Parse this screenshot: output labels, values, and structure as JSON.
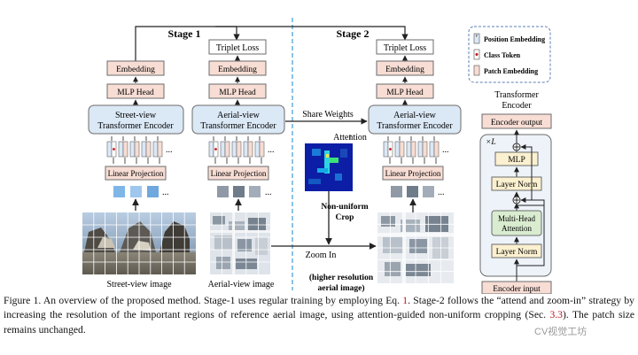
{
  "stage1_label": "Stage 1",
  "stage2_label": "Stage 2",
  "street": {
    "embedding": "Embedding",
    "mlp_head": "MLP Head",
    "encoder_line1": "Street-view",
    "encoder_line2": "Transformer Encoder",
    "linear_projection": "Linear Projection",
    "image_label": "Street-view image"
  },
  "aerial": {
    "triplet_loss": "Triplet Loss",
    "embedding": "Embedding",
    "mlp_head": "MLP Head",
    "encoder_line1": "Aerial-view",
    "encoder_line2": "Transformer Encoder",
    "linear_projection": "Linear Projection",
    "image_label": "Aerial-view image"
  },
  "stage2": {
    "triplet_loss": "Triplet Loss",
    "embedding": "Embedding",
    "mlp_head": "MLP Head",
    "encoder_line1": "Aerial-view",
    "encoder_line2": "Transformer Encoder",
    "linear_projection": "Linear Projection",
    "share_weights": "Share Weights",
    "attention": "Attention",
    "crop_line1": "Non-uniform",
    "crop_line2": "Crop",
    "zoom_in": "Zoom In",
    "hires_line1": "(higher resolution",
    "hires_line2": "aerial image)"
  },
  "ellipsis": "...",
  "legend": {
    "position_embedding": "Position Embedding",
    "class_token": "Class Token",
    "patch_embedding": "Patch Embedding"
  },
  "transformer": {
    "title_line1": "Transformer",
    "title_line2": "Encoder",
    "encoder_output": "Encoder output",
    "repeat": "×L",
    "mlp": "MLP",
    "layer_norm": "Layer Norm",
    "mha_line1": "Multi-Head",
    "mha_line2": "Attention",
    "encoder_input": "Encoder input"
  },
  "caption": {
    "p1": "Figure 1. An overview of the proposed method. Stage-1 uses regular training by employing Eq. ",
    "eq_ref": "1",
    "p2": ". Stage-2 follows the “attend and zoom-in” strategy by increasing the resolution of the important regions of reference aerial image, using attention-guided non-uniform cropping (Sec. ",
    "sec_ref": "3.3",
    "p3": "). The patch size remains unchanged."
  },
  "watermark": "CV视觉工坊",
  "colors": {
    "embedding_fill": "#f7ddd4",
    "encoder_fill": "#dbe8f6",
    "box_stroke": "#6b6b6b",
    "divider": "#4aa3d8",
    "ln_fill": "#fbf0cf",
    "mha_fill": "#d9ecd0",
    "caption_ref": "#c1121f"
  }
}
